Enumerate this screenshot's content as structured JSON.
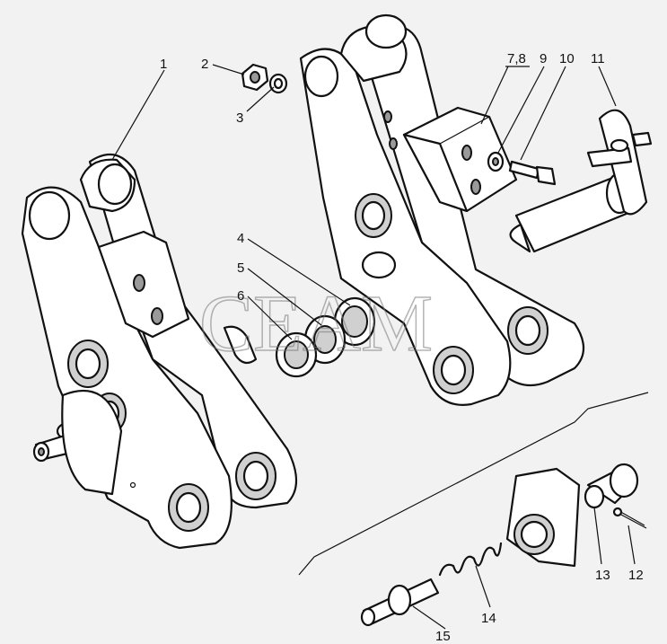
{
  "watermark": "CEAM",
  "callouts": [
    "1",
    "2",
    "3",
    "4",
    "5",
    "6",
    "7,8",
    "9",
    "10",
    "11",
    "12",
    "13",
    "14",
    "15"
  ]
}
